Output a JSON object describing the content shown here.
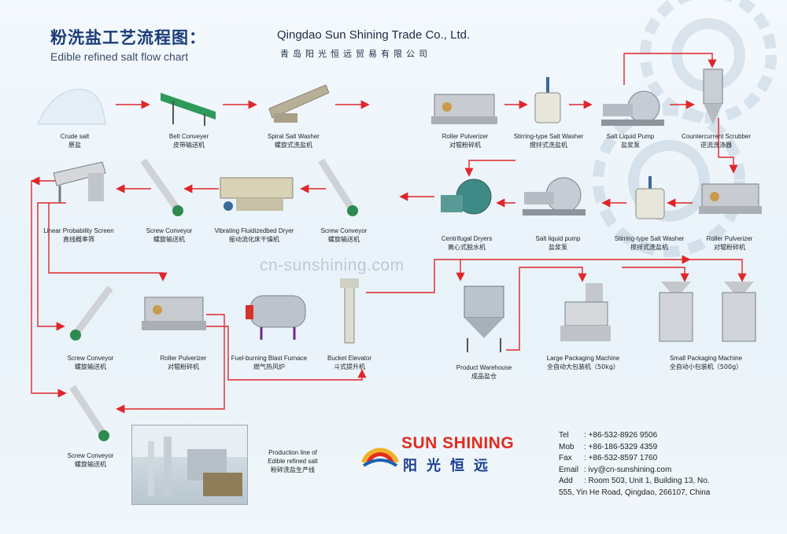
{
  "header": {
    "title_cn": "粉洗盐工艺流程图：",
    "title_en": "Edible refined salt flow chart",
    "company_en": "Qingdao Sun Shining Trade Co., Ltd.",
    "company_cn": "青岛阳光恒远贸易有限公司"
  },
  "nodes": {
    "crude_salt": {
      "en": "Crude salt",
      "cn": "原盐"
    },
    "belt_conveyor": {
      "en": "Belt Conveyer",
      "cn": "皮带输送机"
    },
    "spiral_salt_washer": {
      "en": "Spiral Salt Washer",
      "cn": "螺旋式洗盐机"
    },
    "roller_pulverizer_1": {
      "en": "Roller Pulverizer",
      "cn": "对辊粉碎机"
    },
    "stirring_salt_washer_1": {
      "en": "Stirring-type Salt Washer",
      "cn": "搅拌式洗盐机"
    },
    "salt_liquid_pump_1": {
      "en": "Salt Liquid Pump",
      "cn": "盐浆泵"
    },
    "countercurrent_scrubber": {
      "en": "Countercurrent Scrubber",
      "cn": "逆流洗涤器"
    },
    "linear_probability_screen": {
      "en": "Linear Probability Screen",
      "cn": "直线概率筛"
    },
    "screw_conveyor_1": {
      "en": "Screw Conveyor",
      "cn": "螺旋输送机"
    },
    "fluidized_dryer": {
      "en": "Vibrating Fluidizedbed Dryer",
      "cn": "振动流化床干燥机"
    },
    "screw_conveyor_2": {
      "en": "Screw Conveyor",
      "cn": "螺旋输送机"
    },
    "centrifugal_dryers": {
      "en": "Centrifugal Dryers",
      "cn": "离心式脱水机"
    },
    "salt_liquid_pump_2": {
      "en": "Salt liquid pump",
      "cn": "盐浆泵"
    },
    "stirring_salt_washer_2": {
      "en": "Stirring-type Salt Washer",
      "cn": "搅拌式洗盐机"
    },
    "roller_pulverizer_2": {
      "en": "Roller Pulverizer",
      "cn": "对辊粉碎机"
    },
    "screw_conveyor_3": {
      "en": "Screw Conveyor",
      "cn": "螺旋输送机"
    },
    "roller_pulverizer_3": {
      "en": "Roller Pulverizer",
      "cn": "对辊粉碎机"
    },
    "blast_furnace": {
      "en": "Fuel-burning Blast Furnace",
      "cn": "燃气热风炉"
    },
    "bucket_elevator": {
      "en": "Bucket Elevator",
      "cn": "斗式提升机"
    },
    "product_warehouse": {
      "en": "Product Warehouse",
      "cn": "成品盐仓"
    },
    "large_packaging": {
      "en": "Large Packaging Machine",
      "cn": "全自动大包装机（50kg）"
    },
    "small_packaging": {
      "en": "Small Packaging Machine",
      "cn": "全自动小包装机（500g）"
    },
    "screw_conveyor_4": {
      "en": "Screw Conveyor",
      "cn": "螺旋输送机"
    }
  },
  "production_line": {
    "line1": "Production line of",
    "line2": "Edible refined salt",
    "cn": "粉碎洗盐生产线"
  },
  "watermark": "cn-sunshining.com",
  "logo": {
    "en": "SUN SHINING",
    "cn": "阳光恒远"
  },
  "contact": {
    "tel_label": "Tel",
    "tel": ": +86-532-8926 9506",
    "mob_label": "Mob",
    "mob": ": +86-186-5329 4359",
    "fax_label": "Fax",
    "fax": ": +86-532-8597 1760",
    "email_label": "Email",
    "email": ": ivy@cn-sunshining.com",
    "add_label": "Add",
    "add1": ": Room 503, Unit 1, Building 13, No.",
    "add2": "555, Yin He Road, Qingdao, 266107, China"
  },
  "colors": {
    "arrow": "#e0262a",
    "title": "#1a3c78",
    "logo_red": "#e32b1e",
    "logo_blue": "#1b3f8f"
  }
}
